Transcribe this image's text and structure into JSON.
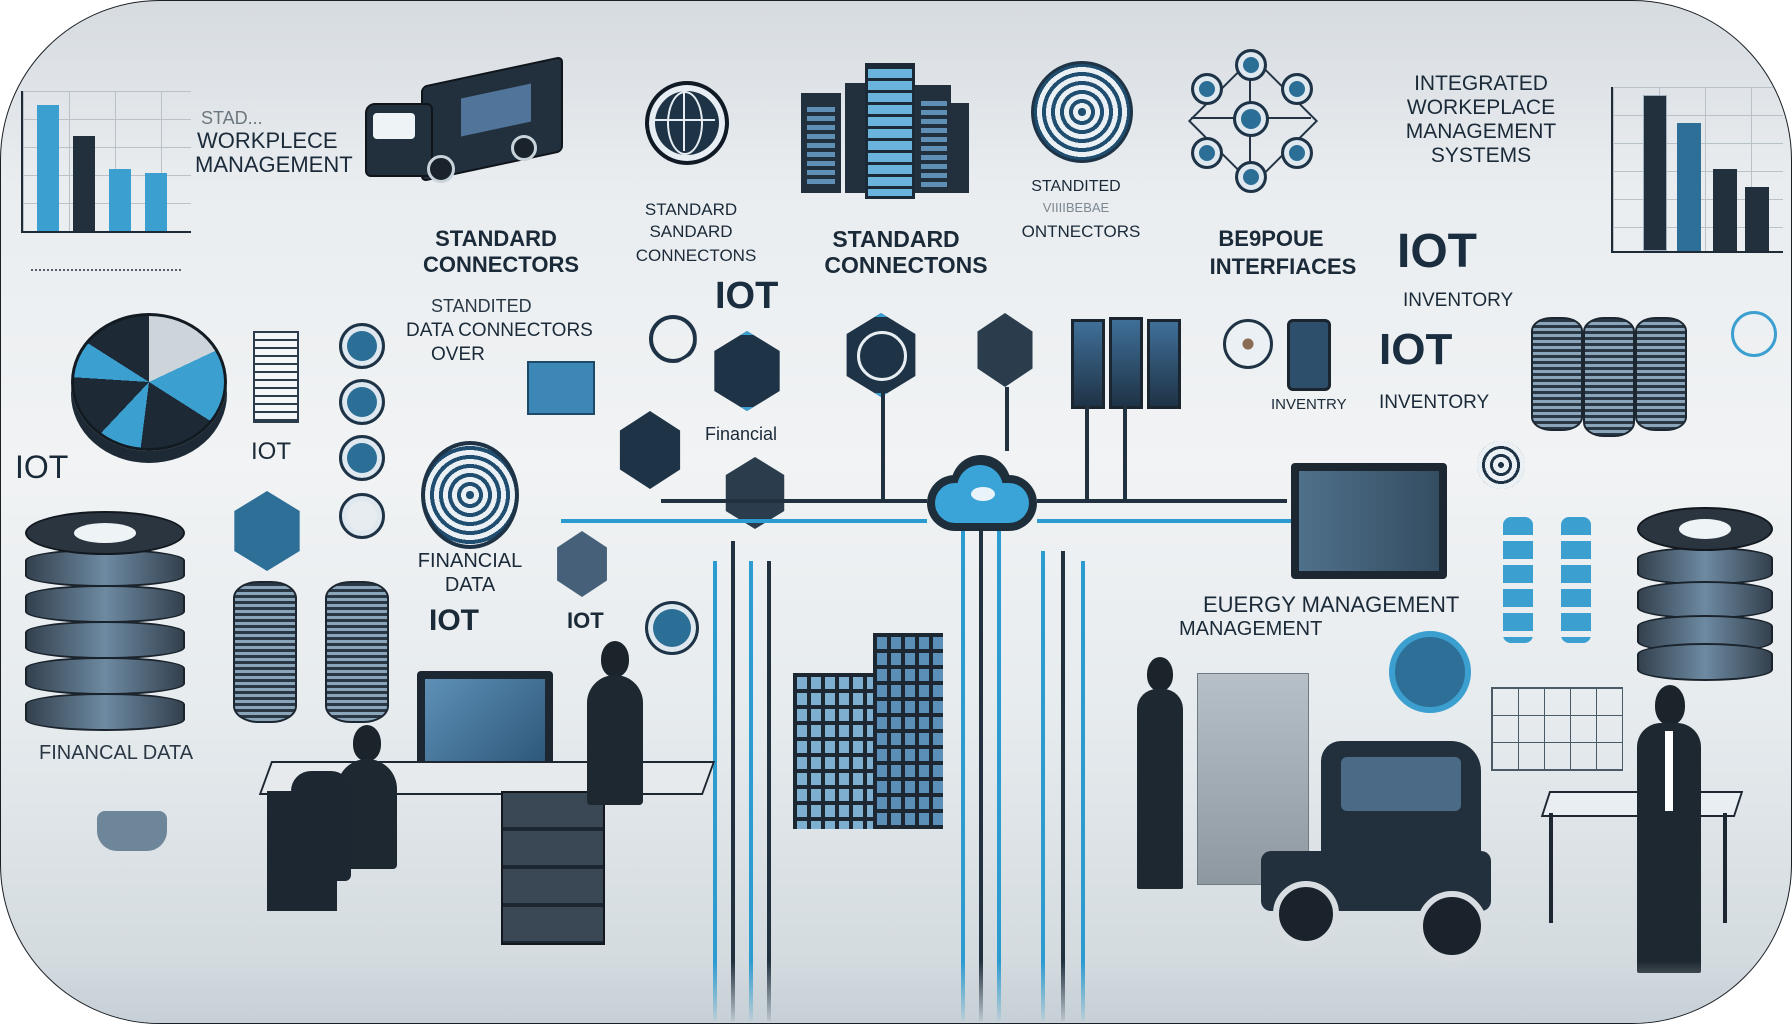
{
  "image": {
    "description": "Infographic illustration: integrated workplace management system hub connecting data sources",
    "palette": {
      "background": "#e9edf0",
      "navy": "#22303d",
      "accent_blue": "#3b9fd0",
      "mid_blue": "#2e6f97",
      "text": "#1b2a38"
    }
  },
  "labels": {
    "workplace_mgmt_top": "STAD...",
    "workplace_mgmt_1": "WORKPLECE",
    "workplace_mgmt_2": "MANAGEMENT",
    "std_conn_1a": "STANDARD",
    "std_conn_1b": "CONNECTORS",
    "std_conn_2a": "STANDARD",
    "std_conn_2b": "SANDARD",
    "std_conn_2c": "CONNECTONS",
    "std_conn_3a": "STANDARD",
    "std_conn_3b": "CONNECTONS",
    "std_conn_4a": "STANDITED",
    "std_conn_4b": "VIIIIBEBAE",
    "std_conn_4c": "ONTNECTORS",
    "bespoke_1": "BE9POUE",
    "bespoke_2": "INTERFIACES",
    "iwms_1": "INTEGRATED",
    "iwms_2": "WORKEPLACE",
    "iwms_3": "MANAGEMENT",
    "iwms_4": "SYSTEMS",
    "iot_big_1": "IOT",
    "inventory_1": "INVENTORY",
    "iot_big_2": "IOT",
    "inventory_2": "INVENTORY",
    "inventory_3": "INVENTRY",
    "standited_data_1": "STANDITED",
    "standited_data_2": "DATA CONNECTORS",
    "standited_data_3": "OVER",
    "iot_center": "IOT",
    "financial_small": "Financial",
    "iot_left_edge": "IOT",
    "iot_left_2": "IOT",
    "financial_data_1": "Financial",
    "financial_data_2": "Data",
    "iot_fin_1": "IOT",
    "iot_fin_2": "IOT",
    "financial_data_bottom": "FINANCAL DATA",
    "energy_1": "EUERGY MANAGEMENT",
    "energy_2": "MANAGEMENT"
  },
  "chart_left": {
    "bars": [
      {
        "color": "blue",
        "height": 90
      },
      {
        "color": "navy",
        "height": 68
      },
      {
        "color": "blue",
        "height": 44
      },
      {
        "color": "blue",
        "height": 42
      }
    ]
  },
  "chart_right": {
    "bars": [
      {
        "color": "navy",
        "height": 95
      },
      {
        "color": "mid",
        "height": 78
      },
      {
        "color": "navy",
        "height": 50
      },
      {
        "color": "navy",
        "height": 38
      }
    ]
  },
  "icons": [
    "truck-icon",
    "globe-icon",
    "office-building-icon",
    "target-icon",
    "network-hub-icon",
    "pie-chart-icon",
    "document-icon",
    "database-icon",
    "cloud-icon",
    "server-rack-icon",
    "monitor-icon",
    "person-icon",
    "desk-icon",
    "office-chair-icon",
    "truck-semi-icon"
  ]
}
